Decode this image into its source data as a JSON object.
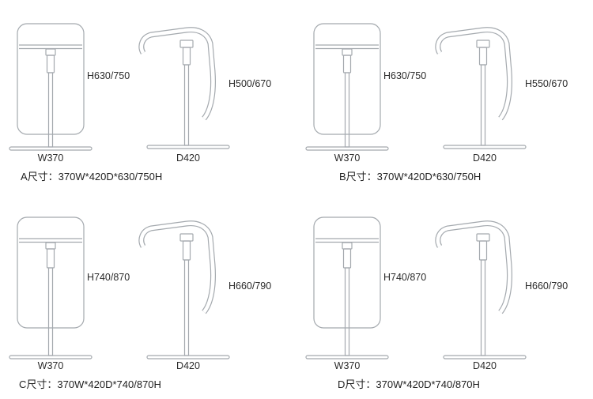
{
  "drawing_color": "#a4a9ae",
  "text_color": "#2b2b2b",
  "panels": [
    {
      "id": "A",
      "front_height_label": "H630/750",
      "front_width_label": "W370",
      "side_height_label": "H500/670",
      "side_depth_label": "D420",
      "caption": "A尺寸：370W*420D*630/750H"
    },
    {
      "id": "B",
      "front_height_label": "H630/750",
      "front_width_label": "W370",
      "side_height_label": "H550/670",
      "side_depth_label": "D420",
      "caption": "B尺寸：370W*420D*630/750H"
    },
    {
      "id": "C",
      "front_height_label": "H740/870",
      "front_width_label": "W370",
      "side_height_label": "H660/790",
      "side_depth_label": "D420",
      "caption": "C尺寸：370W*420D*740/870H"
    },
    {
      "id": "D",
      "front_height_label": "H740/870",
      "front_width_label": "W370",
      "side_height_label": "H660/790",
      "side_depth_label": "D420",
      "caption": "D尺寸：370W*420D*740/870H"
    }
  ]
}
